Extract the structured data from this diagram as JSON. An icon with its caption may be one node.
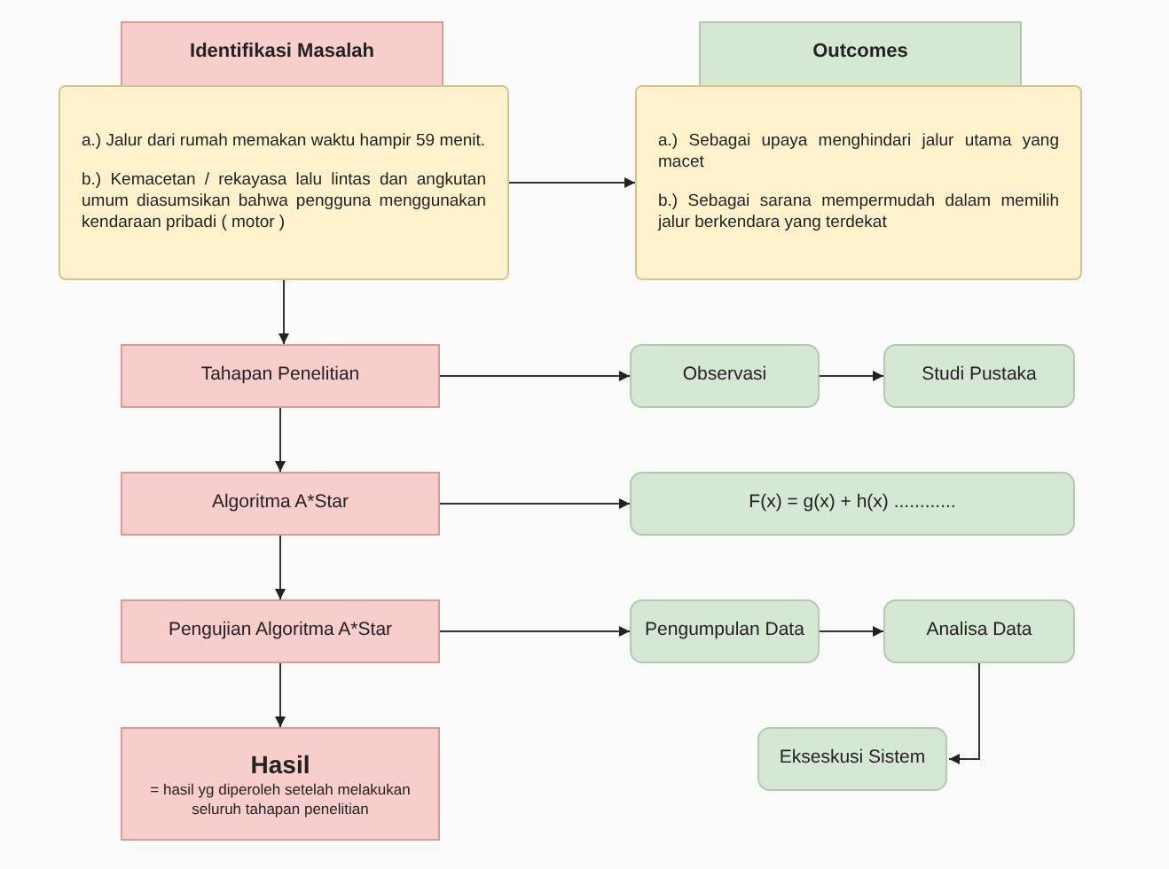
{
  "diagram": {
    "nodes": [
      {
        "text": [
          "Identifikasi Masalah"
        ]
      },
      {
        "text": [
          "a.) Jalur dari rumah memakan waktu hampir 59 menit.",
          "b.) Kemacetan / rekayasa lalu lintas dan angkutan umum diasumsikan bahwa pengguna menggunakan kendaraan pribadi ( motor )"
        ]
      },
      {
        "text": [
          "Outcomes"
        ]
      },
      {
        "text": [
          "a.) Sebagai upaya menghindari jalur utama yang macet",
          "b.) Sebagai sarana mempermudah dalam memilih jalur berkendara yang terdekat"
        ]
      },
      {
        "text": [
          "Tahapan Penelitian"
        ]
      },
      {
        "text": [
          "Observasi"
        ]
      },
      {
        "text": [
          "Studi Pustaka"
        ]
      },
      {
        "text": [
          "Algoritma A*Star"
        ]
      },
      {
        "text": [
          "F(x) = g(x) + h(x) ............"
        ]
      },
      {
        "text": [
          "Pengujian Algoritma A*Star"
        ]
      },
      {
        "text": [
          "Pengumpulan Data"
        ]
      },
      {
        "text": [
          "Analisa Data"
        ]
      },
      {
        "text": [
          "Hasil",
          "= hasil yg diperoleh setelah melakukan seluruh tahapan penelitian"
        ]
      },
      {
        "text": [
          "Ekseskusi Sistem"
        ]
      }
    ],
    "edges": [
      {
        "from": 1,
        "to": 3,
        "arrow": "to"
      },
      {
        "from": 1,
        "to": 4,
        "arrow": "to"
      },
      {
        "from": 4,
        "to": 5,
        "arrow": "to"
      },
      {
        "from": 5,
        "to": 6,
        "arrow": "to"
      },
      {
        "from": 4,
        "to": 7,
        "arrow": "to"
      },
      {
        "from": 7,
        "to": 8,
        "arrow": "to"
      },
      {
        "from": 7,
        "to": 9,
        "arrow": "to"
      },
      {
        "from": 9,
        "to": 10,
        "arrow": "to"
      },
      {
        "from": 10,
        "to": 11,
        "arrow": "to"
      },
      {
        "from": 9,
        "to": 12,
        "arrow": "to"
      },
      {
        "from": 11,
        "to": 13,
        "arrow": "to"
      }
    ]
  }
}
